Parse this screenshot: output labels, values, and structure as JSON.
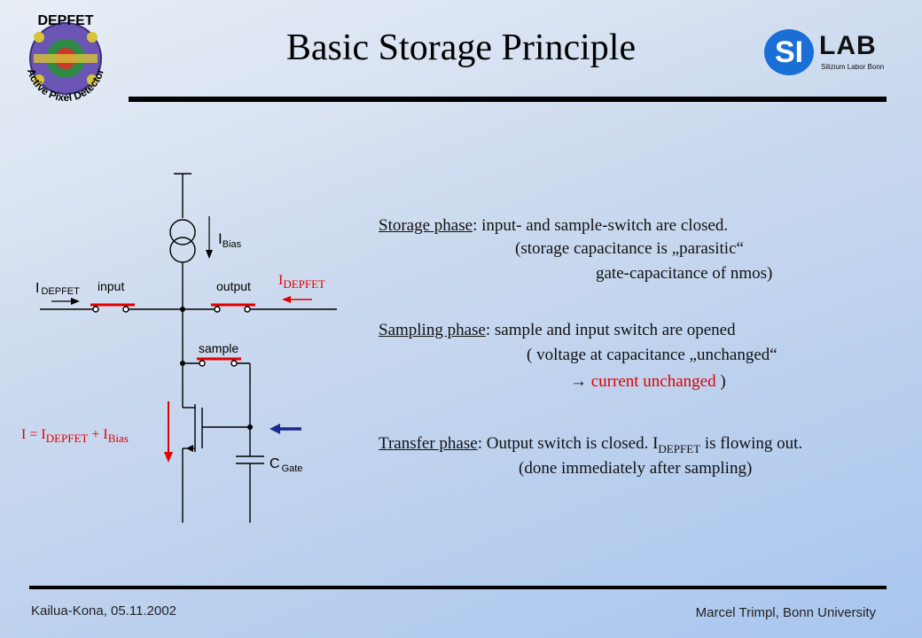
{
  "slide": {
    "title": "Basic Storage Principle",
    "footer_left": "Kailua-Kona, 05.11.2002",
    "footer_right": "Marcel Trimpl, Bonn University"
  },
  "logos": {
    "depfet": {
      "top_text": "DEPFET",
      "ring_text": "Active Pixel Detector"
    },
    "silab": {
      "mark": "SI",
      "word": "LAB",
      "tagline": "Silizium Labor Bonn",
      "color": "#1a6fd6"
    }
  },
  "circuit": {
    "i_bias_label": "I",
    "i_bias_sub": "Bias",
    "i_depfet_left": "I",
    "i_depfet_left_sub": "DEPFET",
    "input_label": "input",
    "output_label": "output",
    "i_depfet_right": "I",
    "i_depfet_right_sub": "DEPFET",
    "sample_label": "sample",
    "sum_label": {
      "lhs": "I = I",
      "sub1": "DEPFET",
      "plus": " + I",
      "sub2": "Bias"
    },
    "cgate_label": "C",
    "cgate_sub": "Gate",
    "colors": {
      "wire": "#000000",
      "switch": "#e00000",
      "arrow_red": "#e00000",
      "arrow_blue": "#1a2a8c"
    }
  },
  "phases": {
    "storage": {
      "name": "Storage phase",
      "rest": ": input- and sample-switch are closed.",
      "line2": "(storage capacitance is „parasitic“",
      "line3": "gate-capacitance of nmos)"
    },
    "sampling": {
      "name": "Sampling phase",
      "rest": ": sample and input switch are opened",
      "line2": "( voltage at capacitance „unchanged“",
      "line3_arrow": "→ ",
      "line3_red": "current unchanged",
      "line3_end": " )"
    },
    "transfer": {
      "name": "Transfer phase",
      "rest_a": ": Output switch is closed. I",
      "rest_sub": "DEPFET",
      "rest_b": " is flowing out.",
      "line2": "(done immediately after sampling)"
    }
  }
}
